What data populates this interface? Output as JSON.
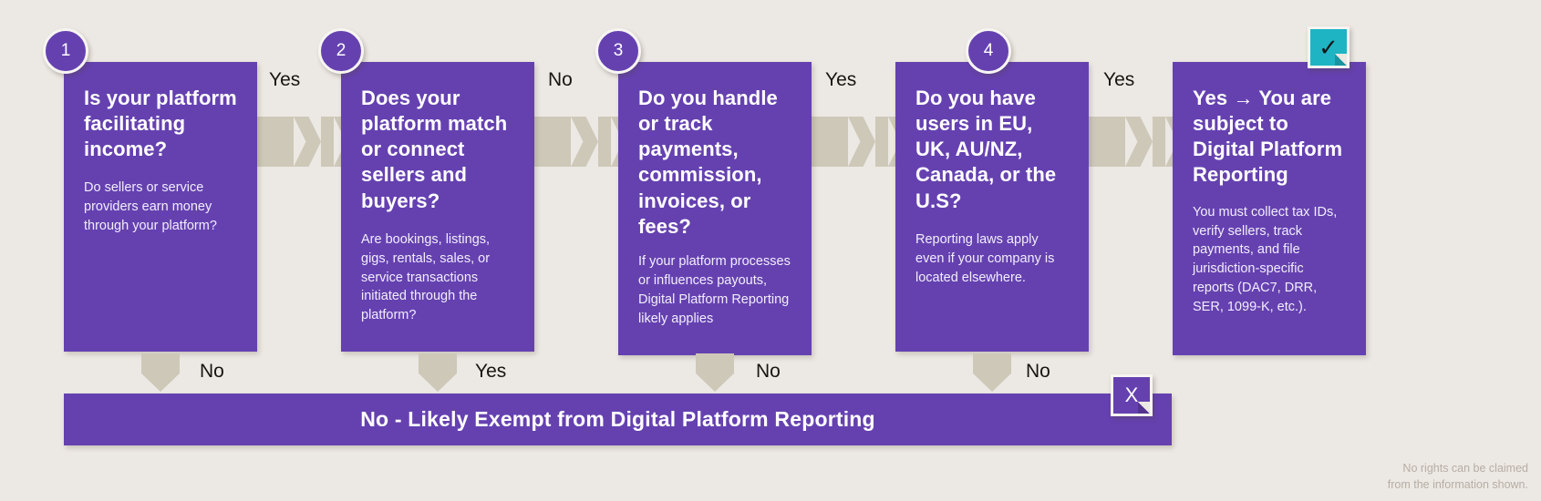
{
  "theme": {
    "background": "#ece8e3",
    "card": "#6541b0",
    "connector": "#cdc8b8",
    "accent_teal": "#1eb4c4",
    "text_light": "#ffffff"
  },
  "cards": [
    {
      "number": "1",
      "title": "Is your platform facilitating income?",
      "body": "Do sellers or service providers earn money through your platform?"
    },
    {
      "number": "2",
      "title": "Does your platform match or connect sellers and buyers?",
      "body": "Are bookings, listings, gigs, rentals, sales, or service transactions initiated through the platform?"
    },
    {
      "number": "3",
      "title": "Do you handle or track payments, commission, invoices, or fees?",
      "body": "If your platform processes or influences payouts, Digital Platform Reporting likely applies"
    },
    {
      "number": "4",
      "title": "Do you have users in EU, UK, AU/NZ, Canada, or the U.S?",
      "body": "Reporting laws apply even if your company is located elsewhere."
    },
    {
      "number": "",
      "title": "Yes → You are subject to Digital Platform Reporting",
      "body": "You must collect tax IDs, verify sellers, track payments, and file jurisdiction-specific reports (DAC7, DRR, SER, 1099-K, etc.)."
    }
  ],
  "flow_labels": {
    "between_1_2": "Yes",
    "between_2_3": "No",
    "between_3_4": "Yes",
    "between_4_5": "Yes",
    "down_from_1": "No",
    "down_from_2": "Yes",
    "down_from_3": "No",
    "down_from_4": "No"
  },
  "badges": {
    "result_check": "✓",
    "result_exempt": "X"
  },
  "bottom_bar": {
    "label": "No - Likely Exempt from Digital Platform Reporting"
  },
  "footer": {
    "disclaimer_line1": "No rights can be claimed",
    "disclaimer_line2": "from the information shown."
  }
}
